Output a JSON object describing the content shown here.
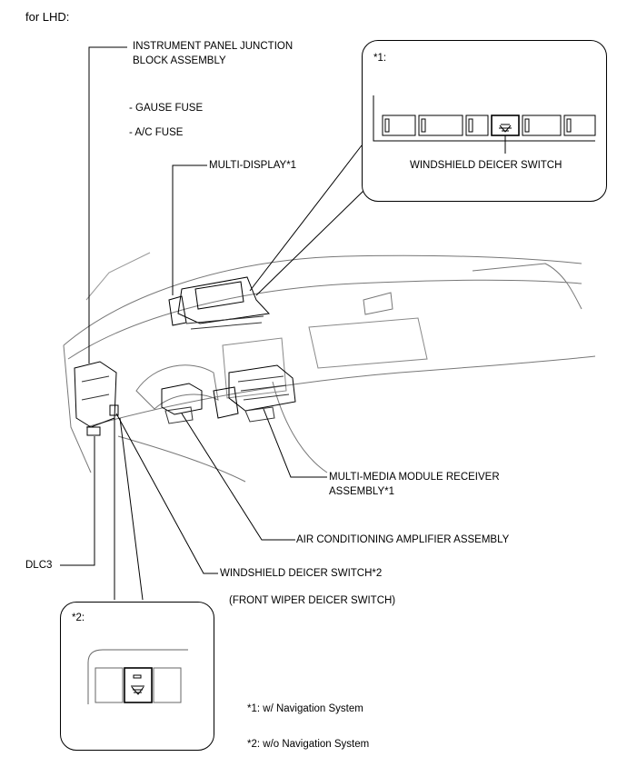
{
  "header": {
    "text": "for LHD:"
  },
  "labels": {
    "junction_block_line1": "INSTRUMENT PANEL JUNCTION",
    "junction_block_line2": "BLOCK ASSEMBLY",
    "gause_fuse": "- GAUSE FUSE",
    "ac_fuse": "- A/C FUSE",
    "multi_display": "MULTI-DISPLAY*1",
    "multimedia_line1": "MULTI-MEDIA MODULE RECEIVER",
    "multimedia_line2": "ASSEMBLY*1",
    "ac_amplifier": "AIR CONDITIONING AMPLIFIER ASSEMBLY",
    "dlc3": "DLC3",
    "deicer_switch_2": "WINDSHIELD DEICER SWITCH*2",
    "front_wiper_deicer": "(FRONT WIPER DEICER SWITCH)"
  },
  "inset1": {
    "tag": "*1:",
    "caption": "WINDSHIELD DEICER SWITCH"
  },
  "inset2": {
    "tag": "*2:"
  },
  "notes": {
    "note1": "*1: w/ Navigation System",
    "note2": "*2: w/o Navigation System"
  }
}
